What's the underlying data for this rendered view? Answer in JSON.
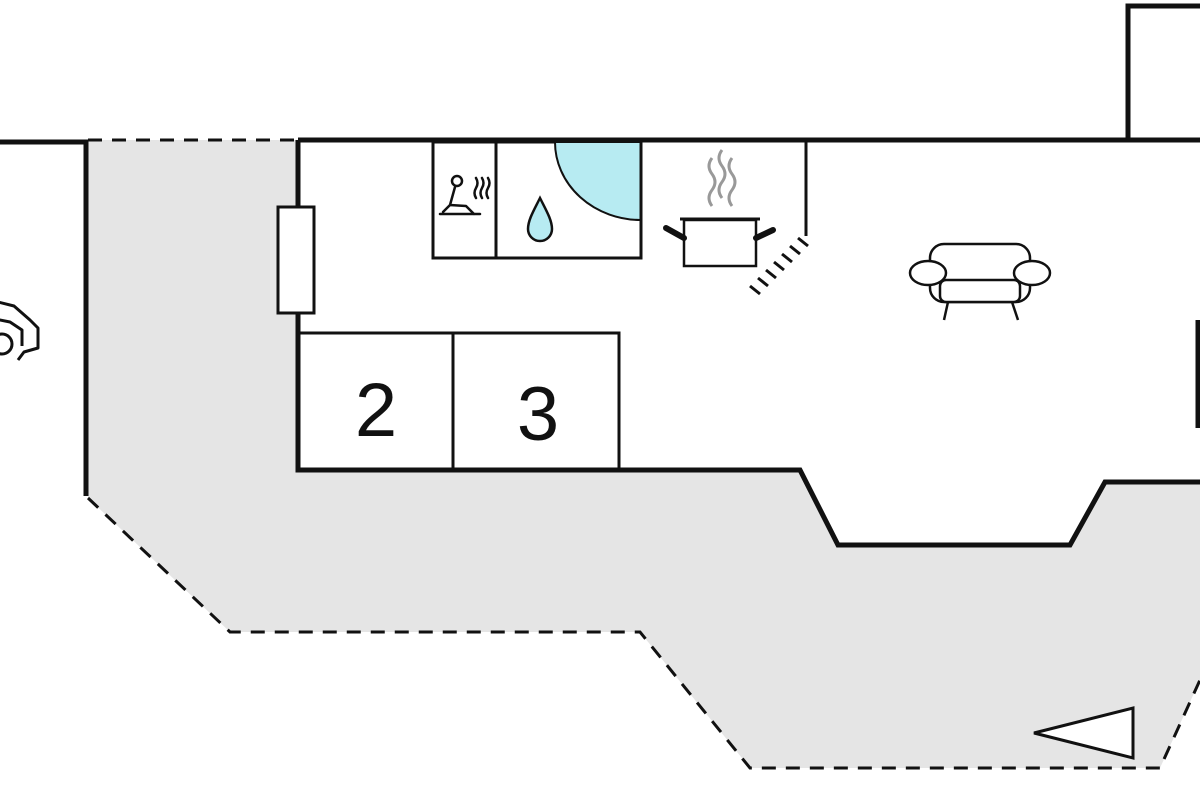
{
  "floorplan": {
    "rooms": [
      {
        "id": "bedroom-2",
        "label": "2"
      },
      {
        "id": "bedroom-3",
        "label": "3"
      }
    ],
    "icons": [
      "sauna-icon",
      "shower-drop-icon",
      "kitchen-pot-icon",
      "sofa-icon",
      "car-icon",
      "north-arrow-icon"
    ],
    "colors": {
      "terrace": "#e5e5e5",
      "water": "#b7ebf2",
      "wall": "#111111",
      "background": "#ffffff"
    }
  }
}
